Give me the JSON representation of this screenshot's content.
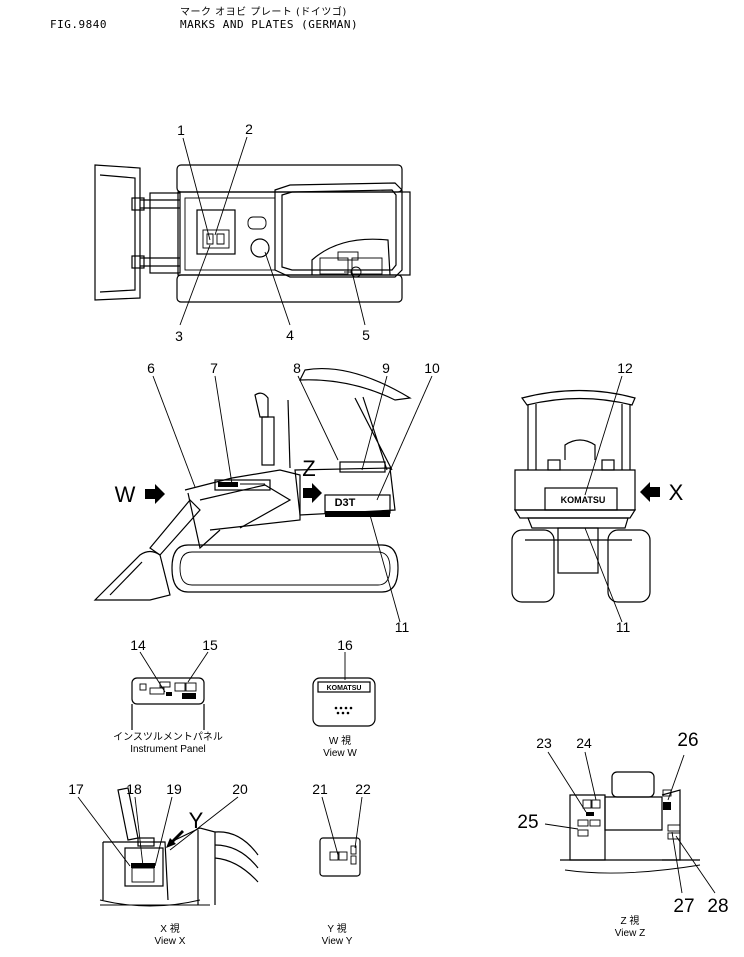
{
  "header": {
    "fig": "FIG.9840",
    "title_jp": "マーク オヨビ プレート (ドイツゴ)",
    "title_en": "MARKS AND PLATES (GERMAN)"
  },
  "callouts": [
    "1",
    "2",
    "3",
    "4",
    "5",
    "6",
    "7",
    "8",
    "9",
    "10",
    "11",
    "11",
    "12",
    "14",
    "15",
    "16",
    "17",
    "18",
    "19",
    "20",
    "21",
    "22",
    "23",
    "24",
    "25",
    "26",
    "27",
    "28"
  ],
  "view_arrows": {
    "w": "W",
    "z": "Z",
    "x": "X",
    "y": "Y"
  },
  "machine_text": {
    "model": "D3T",
    "brand": "KOMATSU",
    "plate_brand": "KOMATSU"
  },
  "captions": {
    "instrument_jp": "インスツルメントパネル",
    "instrument_en": "Instrument Panel",
    "view_w_jp": "W 視",
    "view_w_en": "View W",
    "view_x_jp": "X 視",
    "view_x_en": "View X",
    "view_y_jp": "Y 視",
    "view_y_en": "View Y",
    "view_z_jp": "Z 視",
    "view_z_en": "View Z"
  }
}
